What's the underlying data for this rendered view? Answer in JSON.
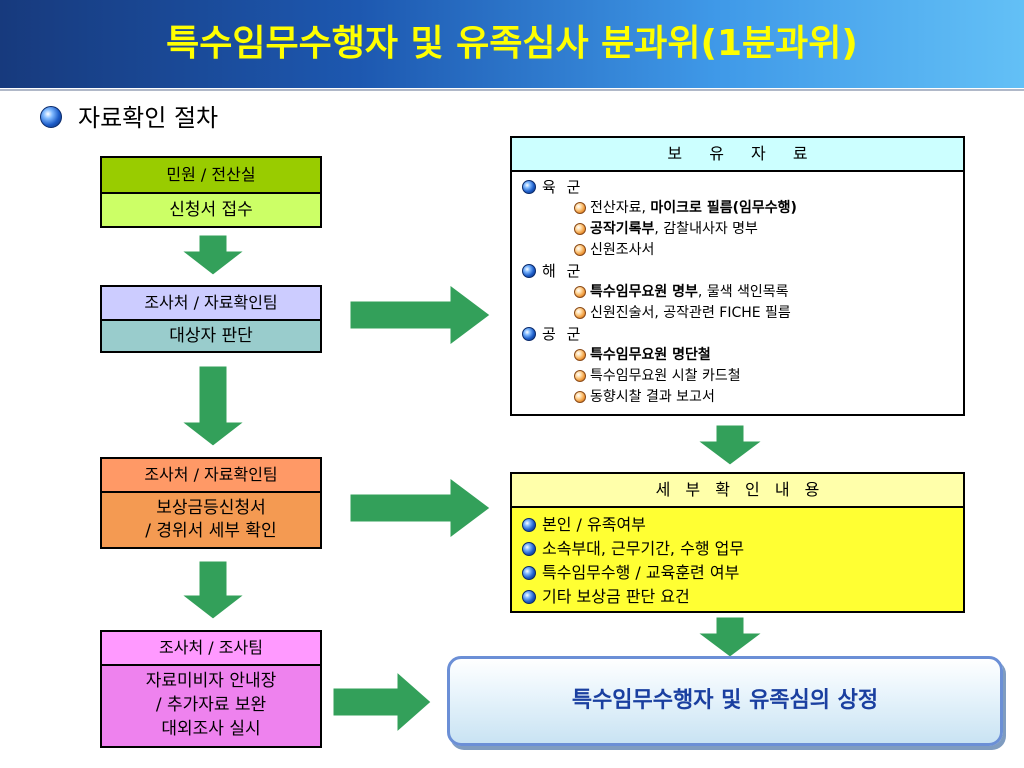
{
  "title": "특수임무수행자 및 유족심사 분과위(1분과위)",
  "subtitle": "자료확인 절차",
  "flow": [
    {
      "header": "민원 / 전산실",
      "body": [
        "신청서 접수"
      ],
      "header_color": "#99cc00",
      "body_color": "#ccff66"
    },
    {
      "header": "조사처 / 자료확인팀",
      "body": [
        "대상자 판단"
      ],
      "header_color": "#ccccff",
      "body_color": "#99cccc"
    },
    {
      "header": "조사처 / 자료확인팀",
      "body": [
        "보상금등신청서",
        "/ 경위서 세부 확인"
      ],
      "header_color": "#ff9966",
      "body_color": "#f49a52"
    },
    {
      "header": "조사처 / 조사팀",
      "body": [
        "자료미비자 안내장",
        "/ 추가자료 보완",
        "대외조사 실시"
      ],
      "header_color": "#ff99ff",
      "body_color": "#ee82ee"
    }
  ],
  "records": {
    "header": "보 유 자 료",
    "header_color": "#ccffff",
    "groups": [
      {
        "name": "육 군",
        "items": [
          {
            "plain": "전산자료, ",
            "bold": "마이크로 필름(임무수행)",
            "rest": ""
          },
          {
            "plain": "",
            "bold": "공작기록부",
            "rest": ", 감찰내사자 명부"
          },
          {
            "plain": "신원조사서",
            "bold": "",
            "rest": ""
          }
        ]
      },
      {
        "name": "해 군",
        "items": [
          {
            "plain": "",
            "bold": "특수임무요원 명부",
            "rest": ", 물색 색인목록"
          },
          {
            "plain": "신원진술서, 공작관련 FICHE 필름",
            "bold": "",
            "rest": ""
          }
        ]
      },
      {
        "name": "공 군",
        "items": [
          {
            "plain": "",
            "bold": "특수임무요원 명단철",
            "rest": ""
          },
          {
            "plain": "특수임무요원 시찰 카드철",
            "bold": "",
            "rest": ""
          },
          {
            "plain": "동향시찰 결과 보고서",
            "bold": "",
            "rest": ""
          }
        ]
      }
    ]
  },
  "details": {
    "header": "세 부 확 인 내 용",
    "body_color": "#ffff33",
    "header_color": "#ffffaa",
    "items": [
      "본인 / 유족여부",
      "소속부대, 근무기간, 수행 업무",
      "특수임무수행 / 교육훈련 여부",
      "기타 보상금 판단 요건"
    ]
  },
  "result": "특수임무수행자 및 유족심의 상정",
  "colors": {
    "arrow": "#33a05a",
    "title_text": "#ffff00",
    "result_text": "#1a3fa0"
  },
  "icons": [
    "blue-ball-bullet-icon",
    "orange-ball-bullet-icon",
    "arrow-down-icon",
    "arrow-right-icon"
  ]
}
